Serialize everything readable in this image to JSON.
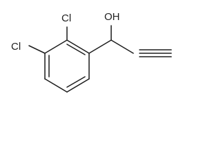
{
  "molecule": {
    "labels": {
      "cl_top": "Cl",
      "cl_left": "Cl",
      "oh": "OH"
    }
  }
}
